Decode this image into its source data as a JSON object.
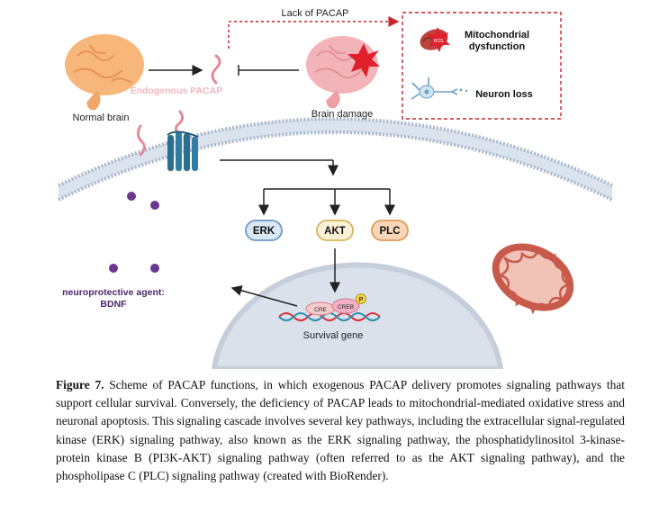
{
  "diagram": {
    "lack_of_pacap": "Lack of PACAP",
    "normal_brain": "Normal brain",
    "endogenous_pacap": "Endogenous PACAP",
    "brain_damage": "Brain damage",
    "mito_dysfunction_line1": "Mitochondrial",
    "mito_dysfunction_line2": "dysfunction",
    "ros": "ROS",
    "neuron_loss": "Neuron loss",
    "erk": "ERK",
    "akt": "AKT",
    "plc": "PLC",
    "neuroprotective_line1": "neuroprotective agent:",
    "neuroprotective_line2": "BDNF",
    "cre": "CRE",
    "creb": "CREB",
    "p": "P",
    "survival_gene": "Survival gene"
  },
  "caption": {
    "label": "Figure 7.",
    "text": "Scheme of PACAP functions, in which exogenous PACAP delivery promotes signaling pathways that support cellular survival. Conversely, the deficiency of PACAP leads to mitochondrial-mediated oxidative stress and neuronal apoptosis. This signaling cascade involves several key pathways, including the extracellular signal-regulated kinase (ERK) signaling pathway, also known as the ERK signaling pathway, the phosphatidylinositol 3-kinase-protein kinase B (PI3K-AKT) signaling pathway (often referred to as the AKT signaling pathway), and the phospholipase C (PLC) signaling pathway (created with BioRender)."
  },
  "colors": {
    "brain_normal": "#f7b77a",
    "brain_damaged": "#f2b4b8",
    "damage_star": "#e0202c",
    "pacap_peptide": "#e48b9a",
    "dashed_red": "#c9252c",
    "receptor": "#2a6f8f",
    "membrane": "#bcc9da",
    "nucleus": "#d7dde8",
    "erk_fill": "#d8e8f5",
    "akt_fill": "#fbf1d6",
    "plc_fill": "#f9d6b8",
    "bdnf_text": "#4a2a6a",
    "dot_purple": "#6b3590",
    "mitochondria": "#c85a4c"
  }
}
